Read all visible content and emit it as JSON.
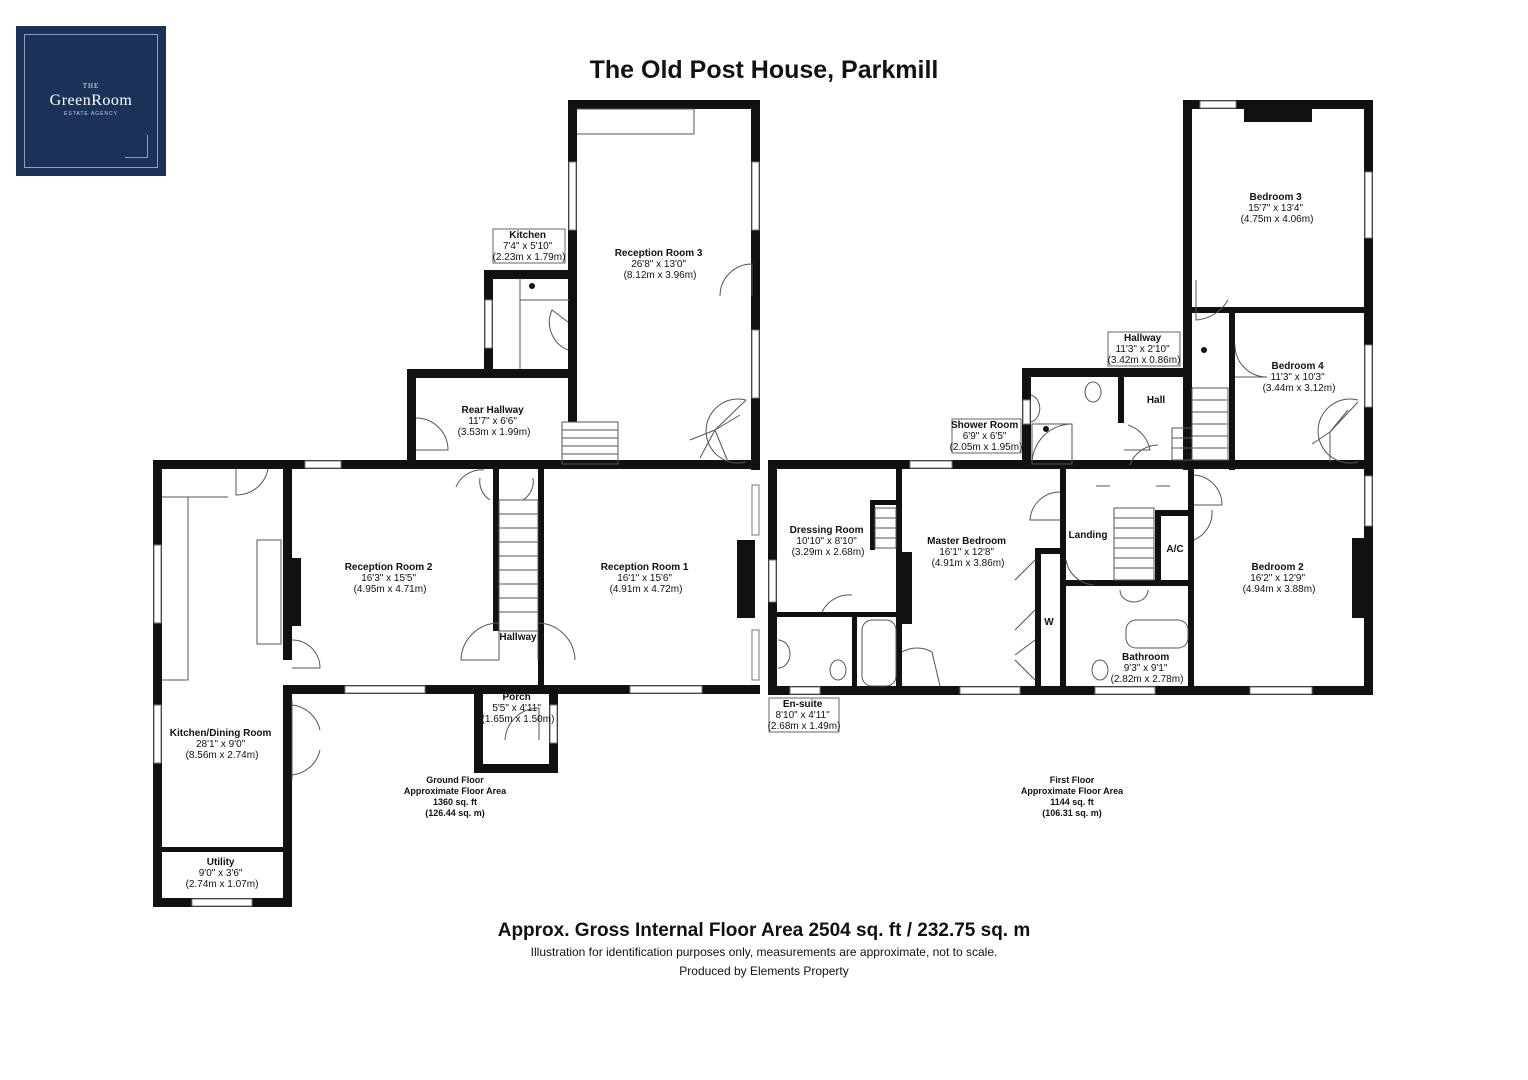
{
  "logo": {
    "small": "THE",
    "name": "GreenRoom",
    "sub": "ESTATE AGENCY"
  },
  "title": "The Old Post House, Parkmill",
  "rooms": {
    "kitchen": {
      "name": "Kitchen",
      "imperial": "7'4\" x 5'10\"",
      "metric": "(2.23m x 1.79m)"
    },
    "reception3": {
      "name": "Reception Room 3",
      "imperial": "26'8\" x 13'0\"",
      "metric": "(8.12m x 3.96m)"
    },
    "rear_hallway": {
      "name": "Rear Hallway",
      "imperial": "11'7\" x 6'6\"",
      "metric": "(3.53m x 1.99m)"
    },
    "reception2": {
      "name": "Reception Room 2",
      "imperial": "16'3\" x 15'5\"",
      "metric": "(4.95m x 4.71m)"
    },
    "reception1": {
      "name": "Reception Room 1",
      "imperial": "16'1\" x 15'6\"",
      "metric": "(4.91m x 4.72m)"
    },
    "hallway_gf": {
      "name": "Hallway"
    },
    "porch": {
      "name": "Porch",
      "imperial": "5'5\" x 4'11\"",
      "metric": "(1.65m x 1.50m)"
    },
    "kitchen_dining": {
      "name": "Kitchen/Dining Room",
      "imperial": "28'1\" x 9'0\"",
      "metric": "(8.56m x 2.74m)"
    },
    "utility": {
      "name": "Utility",
      "imperial": "9'0\" x 3'6\"",
      "metric": "(2.74m x 1.07m)"
    },
    "bedroom3": {
      "name": "Bedroom 3",
      "imperial": "15'7\" x 13'4\"",
      "metric": "(4.75m x 4.06m)"
    },
    "hallway_ff": {
      "name": "Hallway",
      "imperial": "11'3\" x 2'10\"",
      "metric": "(3.42m x 0.86m)"
    },
    "bedroom4": {
      "name": "Bedroom 4",
      "imperial": "11'3\" x 10'3\"",
      "metric": "(3.44m x 3.12m)"
    },
    "hall": {
      "name": "Hall"
    },
    "shower_room": {
      "name": "Shower Room",
      "imperial": "6'9\" x 6'5\"",
      "metric": "(2.05m x 1.95m)"
    },
    "dressing_room": {
      "name": "Dressing Room",
      "imperial": "10'10\" x 8'10\"",
      "metric": "(3.29m x 2.68m)"
    },
    "master_bedroom": {
      "name": "Master Bedroom",
      "imperial": "16'1\" x 12'8\"",
      "metric": "(4.91m x 3.86m)"
    },
    "landing": {
      "name": "Landing"
    },
    "ac": {
      "name": "A/C"
    },
    "bedroom2": {
      "name": "Bedroom 2",
      "imperial": "16'2\" x 12'9\"",
      "metric": "(4.94m x 3.88m)"
    },
    "wardrobe": {
      "name": "W"
    },
    "bathroom": {
      "name": "Bathroom",
      "imperial": "9'3\" x 9'1\"",
      "metric": "(2.82m x 2.78m)"
    },
    "ensuite": {
      "name": "En-suite",
      "imperial": "8'10\" x 4'11\"",
      "metric": "(2.68m x 1.49m)"
    }
  },
  "floors": {
    "ground": {
      "line1": "Ground Floor",
      "line2": "Approximate Floor Area",
      "line3": "1360 sq. ft",
      "line4": "(126.44 sq. m)"
    },
    "first": {
      "line1": "First Floor",
      "line2": "Approximate Floor Area",
      "line3": "1144 sq. ft",
      "line4": "(106.31 sq. m)"
    }
  },
  "footer": {
    "main": "Approx. Gross Internal Floor Area 2504 sq. ft / 232.75 sq. m",
    "disclaimer": "Illustration for identification purposes only, measurements are approximate, not to scale.",
    "producer": "Produced by Elements Property"
  },
  "colors": {
    "wall": "#111111",
    "logo_bg": "#1b3358"
  }
}
